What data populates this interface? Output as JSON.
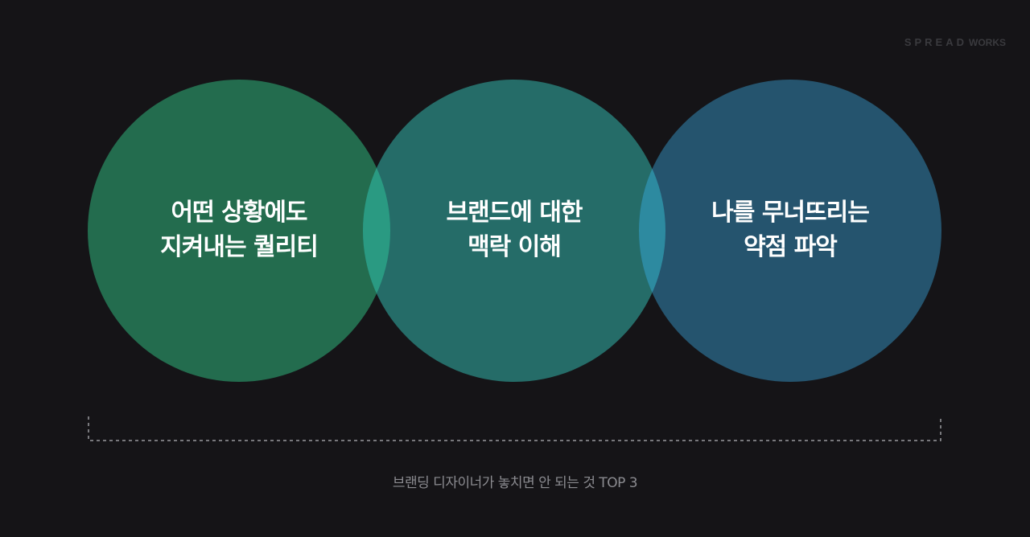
{
  "brand": {
    "logo_main": "SPREAD",
    "logo_sub": "WORKS",
    "color": "#3a3a3e"
  },
  "diagram": {
    "circles": [
      {
        "id": "quality",
        "line1": "어떤 상황에도",
        "line2": "지켜내는 퀄리티",
        "color": "#236c4e"
      },
      {
        "id": "context",
        "line1": "브랜드에 대한",
        "line2": "맥락 이해",
        "color": "#256c68"
      },
      {
        "id": "weakness",
        "line1": "나를 무너뜨리는",
        "line2": "약점 파악",
        "color": "#25546e"
      }
    ],
    "overlap_colors": [
      "#2a9a82",
      "#2d8aa0"
    ],
    "bracket_color": "#9a9a9e"
  },
  "caption": "브랜딩 디자이너가 놓치면 안 되는 것 TOP 3",
  "background": "#151417"
}
